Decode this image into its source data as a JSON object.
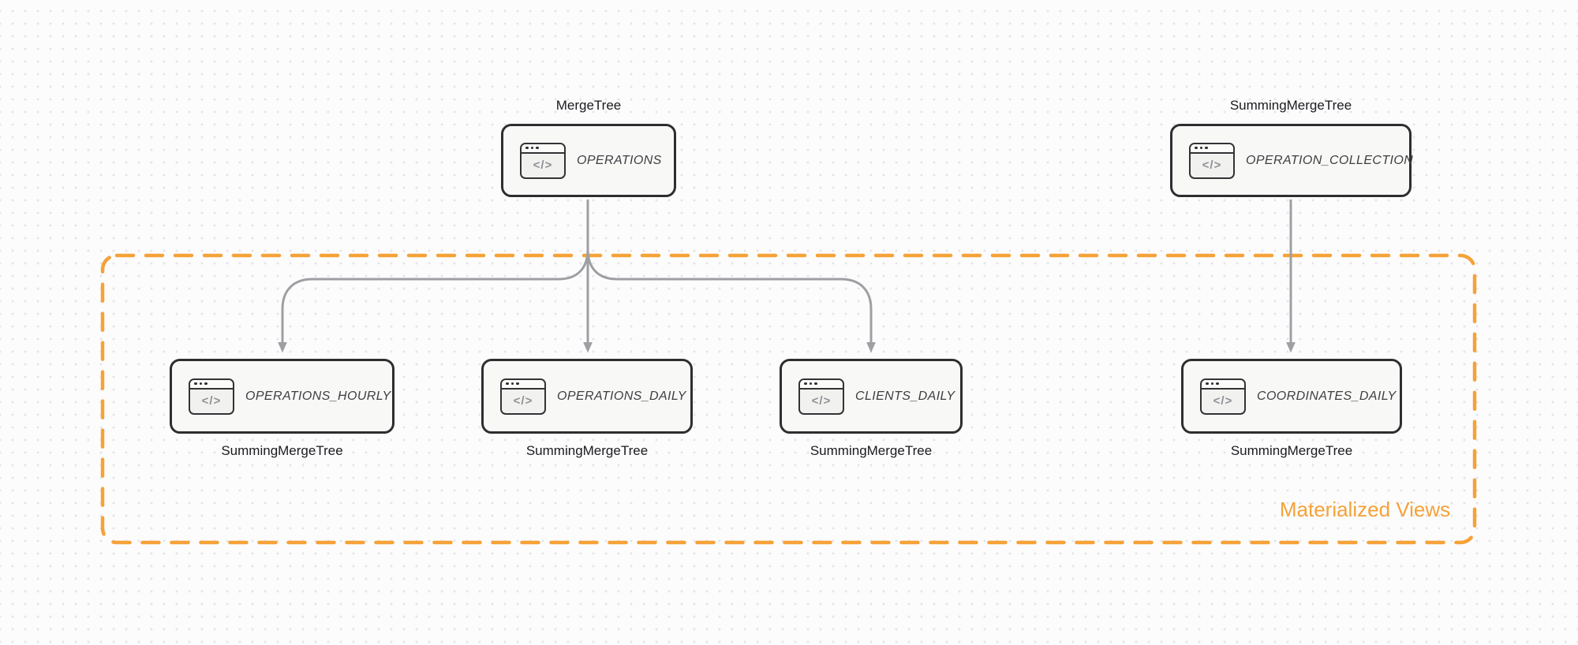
{
  "colors": {
    "accent_orange": "#f5a238",
    "node_border": "#2e2e30",
    "node_fill": "#f8f8f7",
    "arrow_gray": "#9e9fa2",
    "engine_text": "#1b1b1e",
    "node_text": "#3e3e42",
    "icon_glyph_gray": "#8f9094",
    "background_dot": "#e4e4e8"
  },
  "icon": {
    "glyph": "</>"
  },
  "group_box": {
    "label": "Materialized Views"
  },
  "nodes": [
    {
      "id": "operations",
      "name": "OPERATIONS",
      "engine": "MergeTree"
    },
    {
      "id": "operation_collection",
      "name": "OPERATION_COLLECTION",
      "engine": "SummingMergeTree"
    },
    {
      "id": "operations_hourly",
      "name": "OPERATIONS_HOURLY",
      "engine": "SummingMergeTree"
    },
    {
      "id": "operations_daily",
      "name": "OPERATIONS_DAILY",
      "engine": "SummingMergeTree"
    },
    {
      "id": "clients_daily",
      "name": "CLIENTS_DAILY",
      "engine": "SummingMergeTree"
    },
    {
      "id": "coordinates_daily",
      "name": "COORDINATES_DAILY",
      "engine": "SummingMergeTree"
    }
  ],
  "connections": [
    {
      "from": "OPERATIONS",
      "to": "OPERATIONS_HOURLY"
    },
    {
      "from": "OPERATIONS",
      "to": "OPERATIONS_DAILY"
    },
    {
      "from": "OPERATIONS",
      "to": "CLIENTS_DAILY"
    },
    {
      "from": "OPERATION_COLLECTION",
      "to": "COORDINATES_DAILY"
    }
  ]
}
